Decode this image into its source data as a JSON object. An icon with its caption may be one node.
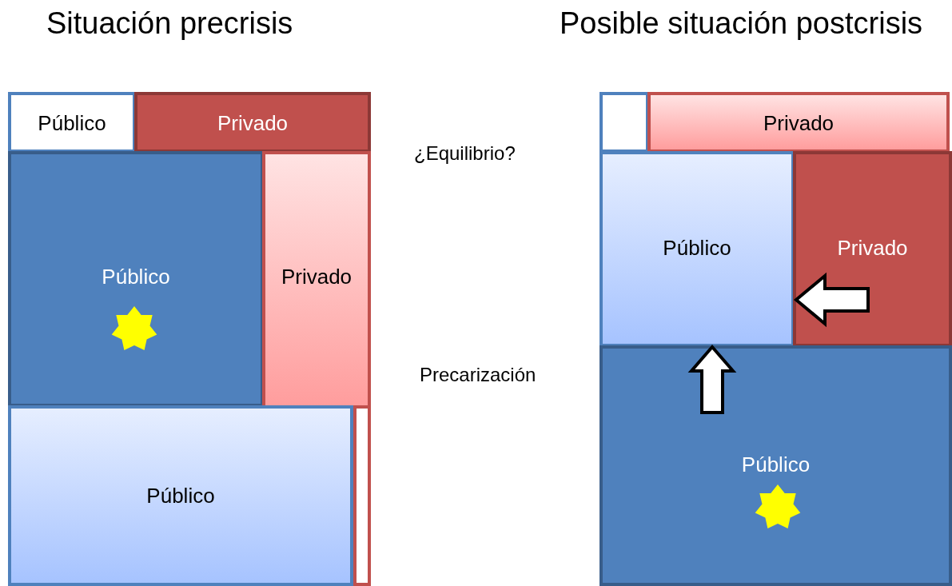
{
  "diagram": {
    "nodes": [
      {
        "text": [
          "Público"
        ]
      },
      {
        "text": [
          "Privado"
        ]
      },
      {
        "text": [
          "Público"
        ]
      },
      {
        "text": [
          "Privado"
        ]
      },
      {
        "text": [
          "Público"
        ]
      },
      {
        "text": [],
        "shape": "box"
      },
      {
        "text": [],
        "shape": "box"
      },
      {
        "text": [
          "Privado"
        ]
      },
      {
        "text": [
          "Público"
        ]
      },
      {
        "text": [
          "Privado"
        ]
      },
      {
        "text": [
          "Público"
        ]
      }
    ],
    "edges": [
      {
        "from": 9,
        "to": 8,
        "arrow": "to"
      },
      {
        "from": 10,
        "to": 8,
        "arrow": "to"
      }
    ],
    "labels": [
      "Situación precrisis",
      "Posible situación postcrisis",
      "¿Equilibrio?",
      "Precarización"
    ]
  }
}
